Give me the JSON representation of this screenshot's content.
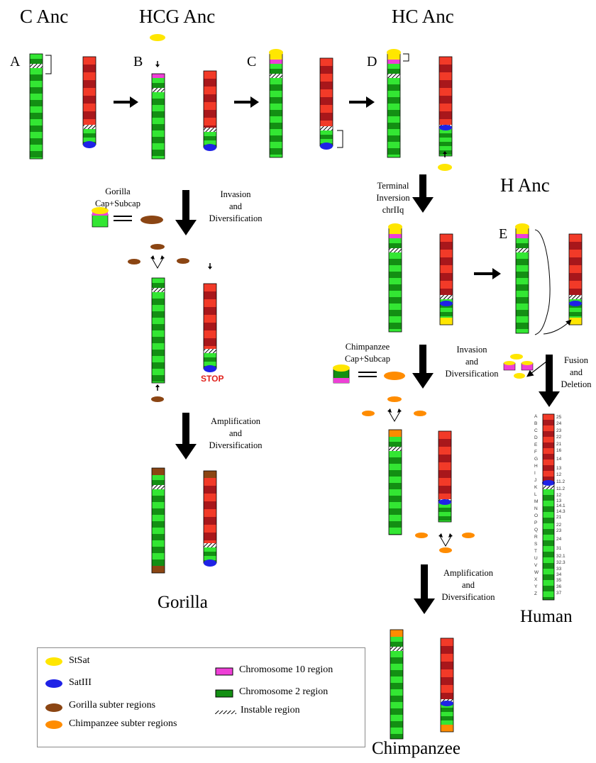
{
  "headings": {
    "c_anc": "C Anc",
    "hcg_anc": "HCG Anc",
    "hc_anc": "HC Anc",
    "h_anc": "H Anc"
  },
  "panel_letters": [
    "A",
    "B",
    "C",
    "D",
    "E"
  ],
  "steps": {
    "gorilla_cap_line1": "Gorilla",
    "gorilla_cap_line2": "Cap+Subcap",
    "invasion1_line1": "Invasion",
    "invasion1_line2": "and",
    "invasion1_line3": "Diversification",
    "amplification1_line1": "Amplification",
    "amplification1_line2": "and",
    "amplification1_line3": "Diversification",
    "terminal_line1": "Terminal",
    "terminal_line2": "Inversion",
    "terminal_line3": "chrIIq",
    "chimp_cap_line1": "Chimpanzee",
    "chimp_cap_line2": "Cap+Subcap",
    "invasion2_line1": "Invasion",
    "invasion2_line2": "and",
    "invasion2_line3": "Diversification",
    "fusion_line1": "Fusion",
    "fusion_line2": "and",
    "fusion_line3": "Deletion",
    "amplification2_line1": "Amplification",
    "amplification2_line2": "and",
    "amplification2_line3": "Diversification",
    "stop": "STOP"
  },
  "species": {
    "gorilla": "Gorilla",
    "human": "Human",
    "chimpanzee": "Chimpanzee"
  },
  "human_band_letters": [
    "A",
    "B",
    "C",
    "D",
    "E",
    "F",
    "G",
    "H",
    "I",
    "J",
    "K",
    "L",
    "M",
    "N",
    "O",
    "P",
    "Q",
    "R",
    "S",
    "T",
    "U",
    "V",
    "W",
    "X",
    "Y",
    "Z"
  ],
  "human_band_numbers": [
    "25",
    "24",
    "23",
    "22",
    "21",
    "16",
    "14",
    "13",
    "12",
    "11.2",
    "11.2",
    "12",
    "13",
    "14.1",
    "14.3",
    "21",
    "22",
    "23",
    "24",
    "31",
    "32.1",
    "32.3",
    "33",
    "34",
    "35",
    "36",
    "37"
  ],
  "legend": {
    "items": [
      {
        "label": "StSat",
        "color": "#ffe600",
        "shape": "ellipse"
      },
      {
        "label": "SatIII",
        "color": "#1f22e6",
        "shape": "ellipse"
      },
      {
        "label": "Gorilla subter regions",
        "color": "#8b4513",
        "shape": "ellipse"
      },
      {
        "label": "Chimpanzee subter regions",
        "color": "#ff8c00",
        "shape": "ellipse"
      },
      {
        "label": "Chromosome 10 region",
        "color": "#ee3fd6",
        "shape": "rect"
      },
      {
        "label": "Chromosome 2 region",
        "color": "#138f13",
        "shape": "rect"
      },
      {
        "label": "Instable region",
        "color": "#000000",
        "shape": "hatch"
      }
    ]
  },
  "colors": {
    "green_light": "#33e633",
    "green_dark": "#138f13",
    "red_light": "#f23a28",
    "red_dark": "#a8171b",
    "yellow": "#ffe600",
    "blue": "#1f22e6",
    "brown": "#8b4513",
    "orange": "#ff8c00",
    "pink": "#ee3fd6"
  }
}
